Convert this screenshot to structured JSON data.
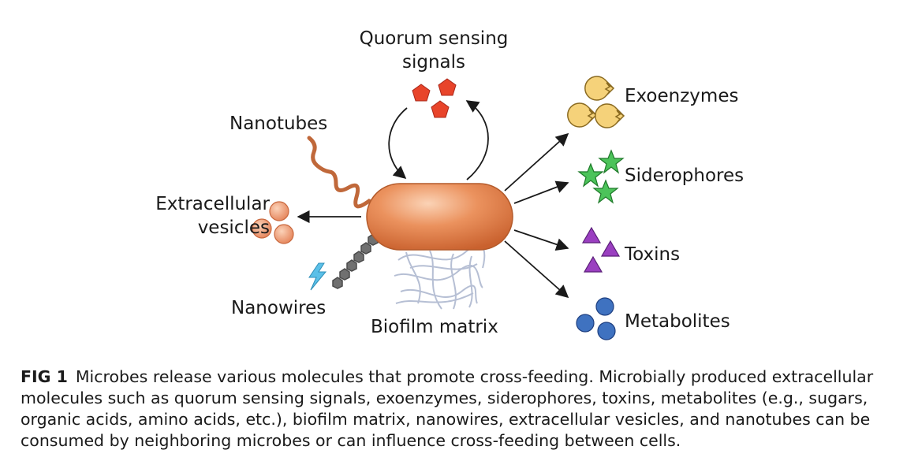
{
  "labels": {
    "quorum": "Quorum sensing signals",
    "nanotubes": "Nanotubes",
    "extracellular_vesicles": "Extracellular vesicles",
    "nanowires": "Nanowires",
    "biofilm": "Biofilm matrix",
    "exoenzymes": "Exoenzymes",
    "siderophores": "Siderophores",
    "toxins": "Toxins",
    "metabolites": "Metabolites"
  },
  "caption": {
    "figure_id": "FIG 1",
    "text": "Microbes release various molecules that promote cross-feeding. Microbially produced extracellular molecules such as quorum sensing signals, exoenzymes, siderophores, toxins, metabolites (e.g., sugars, organic acids, amino acids, etc.), biofilm matrix, nanowires, extracellular vesicles, and nanotubes can be consumed by neighboring microbes or can influence cross-feeding between cells."
  },
  "colors": {
    "cell": "#e8875a",
    "quorum": "#e8442a",
    "exoenzyme": "#f5d27a",
    "siderophore": "#4cc35a",
    "toxin": "#9a3fc0",
    "metabolite": "#3f72c0",
    "vesicle": "#ef9a70",
    "nanotube": "#c0683a",
    "nanowire": "#707070",
    "lightning": "#5bc0e8",
    "biofilm": "#b6bfd4"
  }
}
